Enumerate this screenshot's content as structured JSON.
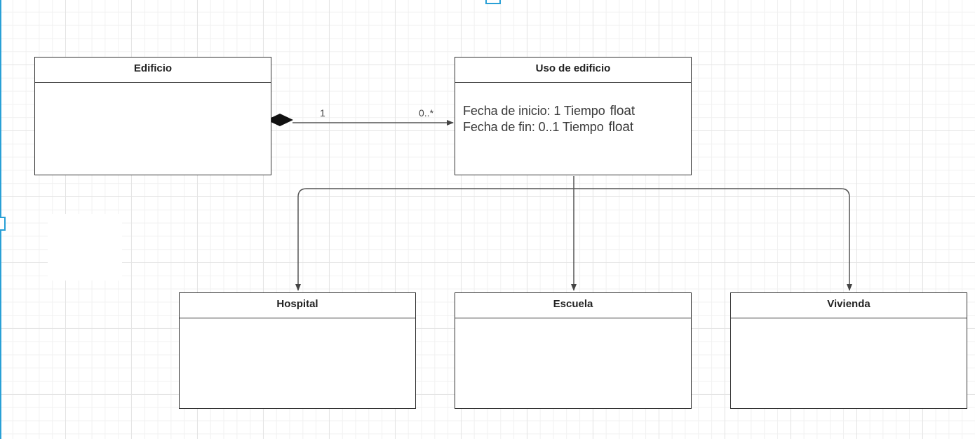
{
  "diagram": {
    "classes": {
      "edificio": {
        "name": "Edificio"
      },
      "uso": {
        "name": "Uso de edificio",
        "attributes": [
          {
            "text": "Fecha de inicio: 1 Tiempo",
            "type": "float"
          },
          {
            "text": "Fecha de fin: 0..1 Tiempo",
            "type": "float"
          }
        ]
      },
      "hospital": {
        "name": "Hospital"
      },
      "escuela": {
        "name": "Escuela"
      },
      "vivienda": {
        "name": "Vivienda"
      }
    },
    "composition": {
      "from": "Edificio",
      "to": "Uso de edificio",
      "source_multiplicity": "1",
      "target_multiplicity": "0..*"
    },
    "generalizations": [
      {
        "parent": "Uso de edificio",
        "child": "Hospital"
      },
      {
        "parent": "Uso de edificio",
        "child": "Escuela"
      },
      {
        "parent": "Uso de edificio",
        "child": "Vivienda"
      }
    ],
    "colors": {
      "line": "#555555",
      "border": "#333333",
      "selection": "#29a0d6"
    }
  }
}
